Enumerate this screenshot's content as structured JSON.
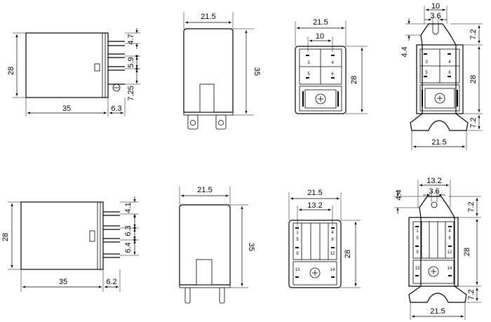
{
  "views": {
    "top_side": {
      "w": "35",
      "h": "28",
      "pin_offset": "6.3",
      "p1": "4.7",
      "p2": "5.9",
      "p3": "7.25"
    },
    "top_front": {
      "w": "21.5",
      "h": "35"
    },
    "top_bottom": {
      "w": "21.5",
      "pitch": "10",
      "h": "28",
      "pins": [
        "3",
        "4",
        "5",
        "6"
      ]
    },
    "top_mount": {
      "w": "21.5",
      "slot": "10",
      "hole": "3.6",
      "tab": "4.4",
      "top": "7.2",
      "bottom": "7.2",
      "h": "28",
      "pins": [
        "3",
        "4",
        "5",
        "6"
      ]
    },
    "bot_side": {
      "w": "35",
      "h": "28",
      "pin_offset": "6.2",
      "p1": "4.1",
      "p2": "6.3",
      "p3": "6.4"
    },
    "bot_front": {
      "w": "21.5",
      "h": "35"
    },
    "bot_bottom": {
      "w": "21.5",
      "pitch": "13.2",
      "h": "28",
      "pins": [
        "1",
        "4",
        "5",
        "8",
        "9",
        "12",
        "13",
        "14"
      ]
    },
    "bot_mount": {
      "w": "21.5",
      "pitch": "13.2",
      "hole": "3.6",
      "tab": "4.4",
      "top": "7.2",
      "bottom": "7.2",
      "h": "28",
      "pins": [
        "1",
        "4",
        "5",
        "8",
        "9",
        "12",
        "13",
        "14"
      ]
    }
  }
}
